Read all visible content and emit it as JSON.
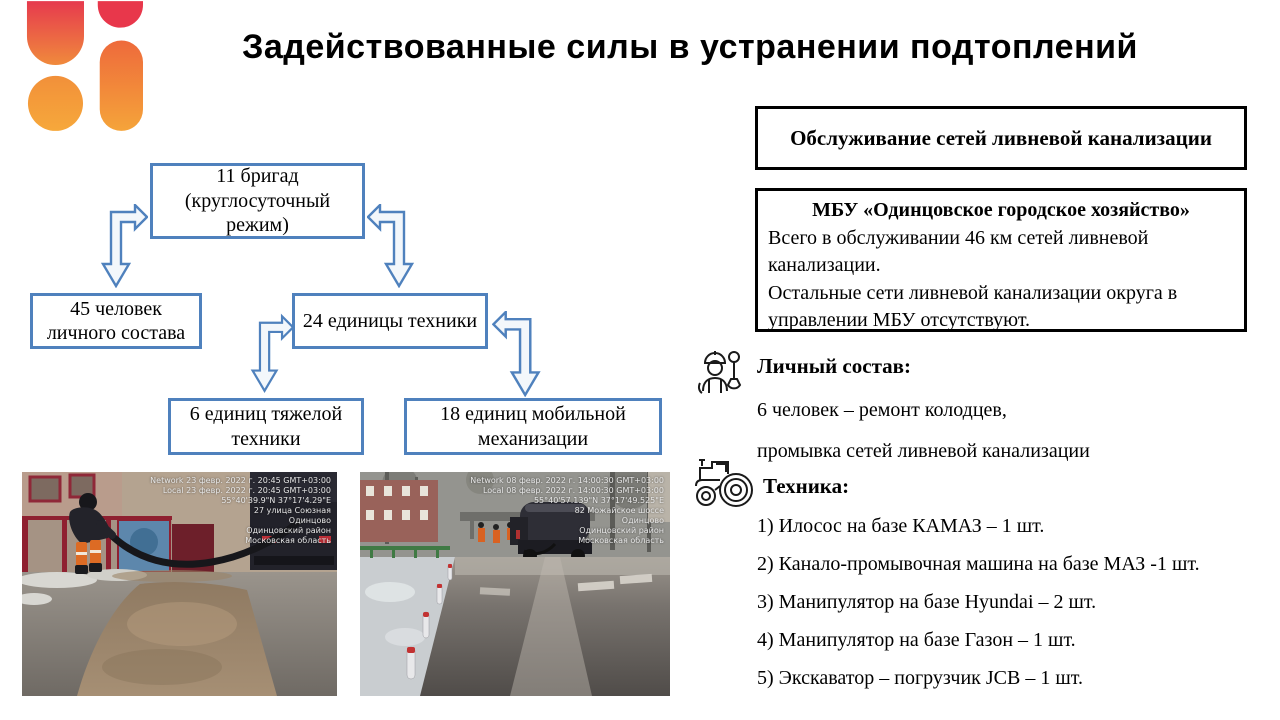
{
  "slide_title": "Задействованные силы в устранении подтоплений",
  "colors": {
    "flowchart_border": "#4F81BD",
    "panel_border": "#000000",
    "logo_red": "#E8374B",
    "logo_orange": "#F49B33",
    "vest_orange": "#DD6B24"
  },
  "flowchart": {
    "box_brigades": "11 бригад (круглосуточный режим)",
    "box_personnel": "45 человек личного состава",
    "box_equipment": "24 единицы техники",
    "box_heavy": "6 единиц тяжелой техники",
    "box_mobile": "18 единиц мобильной механизации"
  },
  "service_panel": {
    "header": "Обслуживание сетей ливневой канализации",
    "org_title": "МБУ «Одинцовское городское хозяйство»",
    "org_line1": "Всего в обслуживании 46 км сетей ливневой канализации.",
    "org_line2": "Остальные сети ливневой канализации округа в управлении МБУ отсутствуют."
  },
  "personnel": {
    "heading": "Личный состав:",
    "line1": "6 человек – ремонт колодцев,",
    "line2": "промывка сетей ливневой канализации"
  },
  "equipment": {
    "heading": "Техника:",
    "items": [
      "1) Илосос на базе КАМАЗ – 1 шт.",
      "2) Канало-промывочная машина на базе МАЗ -1 шт.",
      "3) Манипулятор на базе Hyundai – 2 шт.",
      "4) Манипулятор на базе Газон – 1 шт.",
      "5) Экскаватор – погрузчик JCB – 1 шт."
    ]
  },
  "photos": [
    {
      "alt": "worker-pumping-flood-water",
      "watermark": [
        "Network 23 февр. 2022 г. 20:45 GMT+03:00",
        "Local 23 февр. 2022 г. 20:45 GMT+03:00",
        "55°40'39.9\"N 37°17'4.29\"E",
        "27 улица Союзная",
        "Одинцово",
        "Одинцовский район",
        "Московская область"
      ]
    },
    {
      "alt": "street-flushing-truck",
      "watermark": [
        "Network 08 февр. 2022 г. 14:00:30 GMT+03:00",
        "Local 08 февр. 2022 г. 14:00:30 GMT+03:00",
        "55°40'57.139\"N 37°17'49.525\"E",
        "82 Можайское шоссе",
        "Одинцово",
        "Одинцовский район",
        "Московская область"
      ]
    }
  ]
}
